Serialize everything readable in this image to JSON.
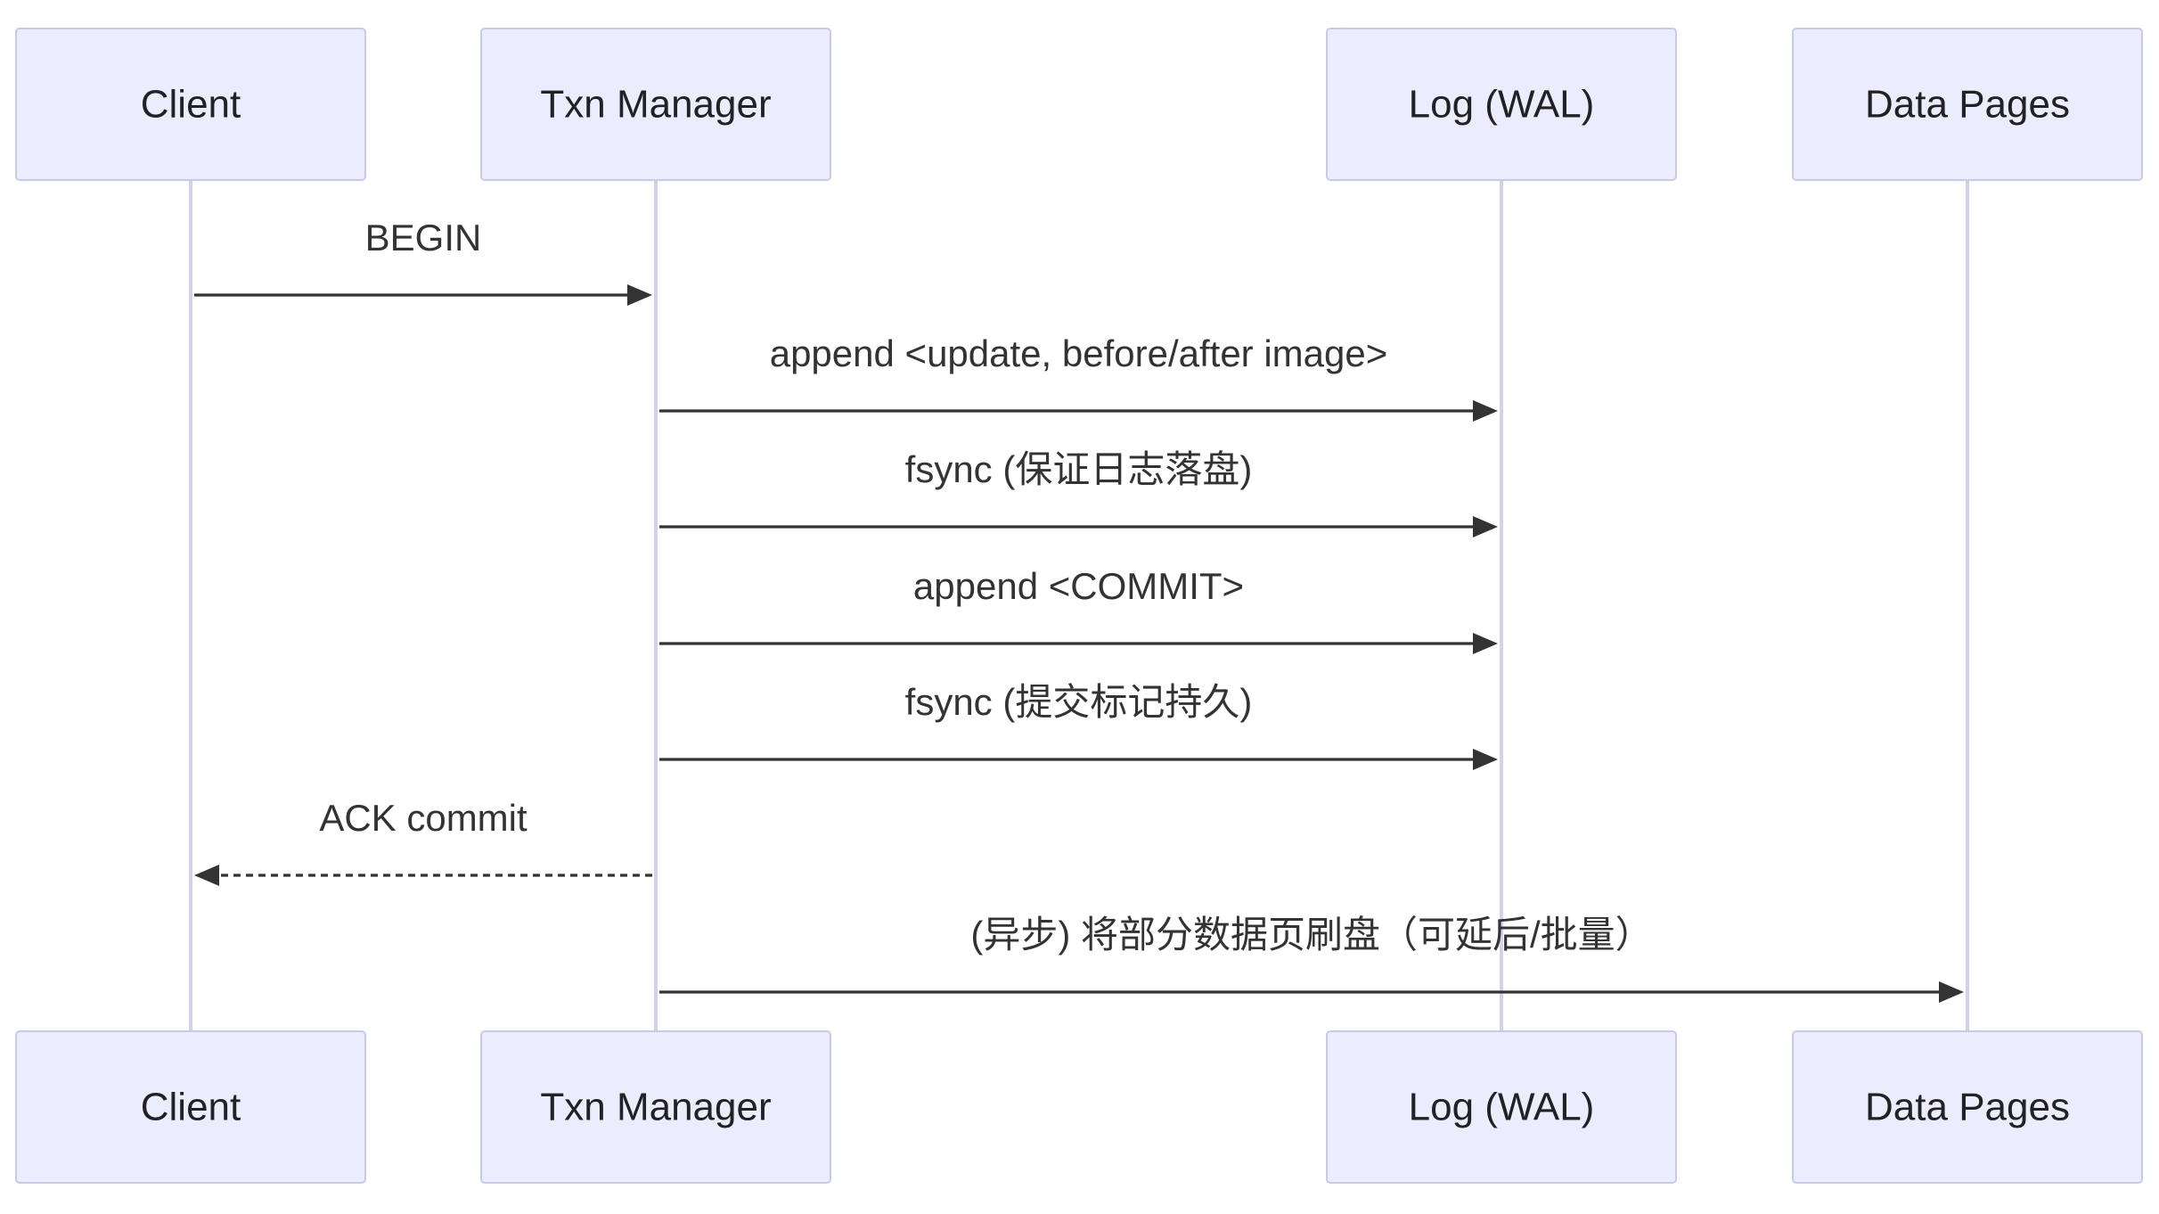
{
  "actors": [
    {
      "id": "client",
      "label": "Client"
    },
    {
      "id": "txn",
      "label": "Txn Manager"
    },
    {
      "id": "log",
      "label": "Log (WAL)"
    },
    {
      "id": "data",
      "label": "Data Pages"
    }
  ],
  "messages": [
    {
      "from": "client",
      "to": "txn",
      "label": "BEGIN",
      "style": "solid"
    },
    {
      "from": "txn",
      "to": "log",
      "label": "append <update, before/after image>",
      "style": "solid"
    },
    {
      "from": "txn",
      "to": "log",
      "label": "fsync (保证日志落盘)",
      "style": "solid"
    },
    {
      "from": "txn",
      "to": "log",
      "label": "append <COMMIT>",
      "style": "solid"
    },
    {
      "from": "txn",
      "to": "log",
      "label": "fsync (提交标记持久)",
      "style": "solid"
    },
    {
      "from": "txn",
      "to": "client",
      "label": "ACK commit",
      "style": "dashed"
    },
    {
      "from": "txn",
      "to": "data",
      "label": "(异步) 将部分数据页刷盘（可延后/批量）",
      "style": "solid"
    }
  ],
  "colors": {
    "actor_fill": "#ECECFF",
    "actor_border": "#C9C8F0",
    "lifeline": "#D3D2EE",
    "arrow": "#333333",
    "text": "#222222"
  }
}
